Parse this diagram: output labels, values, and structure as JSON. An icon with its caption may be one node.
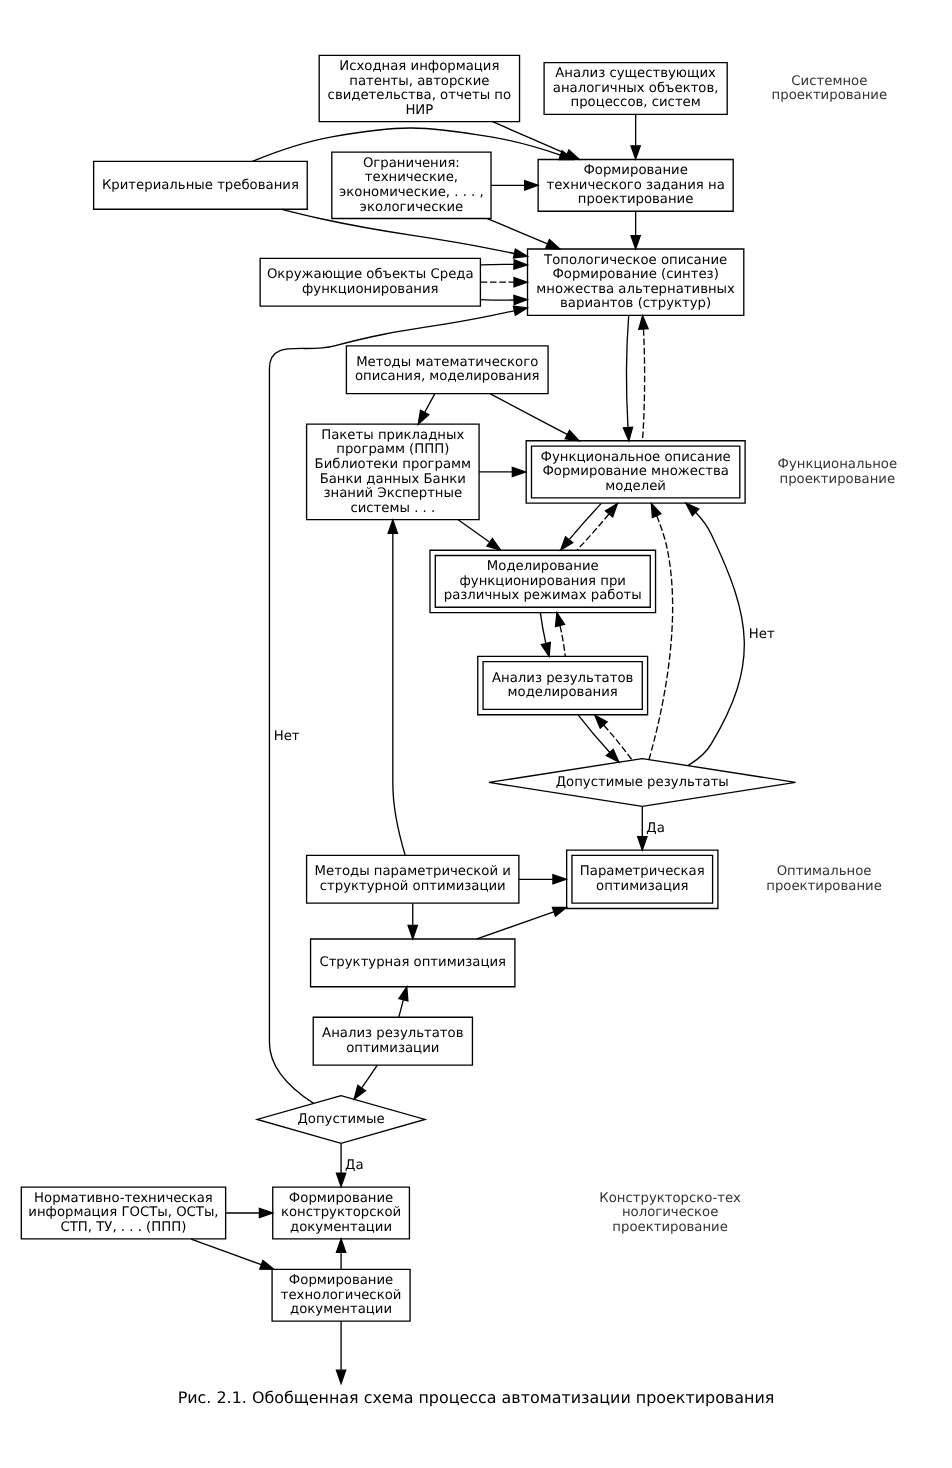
{
  "diagram": {
    "caption": "Рис. 2.1. Обобщенная схема процесса автоматизации проектирования",
    "nodes": [
      {
        "text": [
          "Исходная информация патенты, авторские свидетельства, отчеты по НИР"
        ]
      },
      {
        "text": [
          "Анализ существующих аналогичных объектов, процессов, систем"
        ]
      },
      {
        "text": [
          "Формирование технического задания на проектирование"
        ]
      },
      {
        "text": [
          "Критериальные требования"
        ]
      },
      {
        "text": [
          "Ограничения: технические, экономические, . . . , экологические"
        ]
      },
      {
        "text": [
          "Топологическое описание Формирование (синтез) множества альтернативных вариантов (структур)"
        ]
      },
      {
        "text": [
          "Окружающие объекты Среда функционирования"
        ]
      },
      {
        "text": [
          "Методы математического описания, моделирования"
        ]
      },
      {
        "text": [
          "Функциональное описание Формирование множества моделей"
        ]
      },
      {
        "text": [
          "Пакеты прикладных программ (ППП) Библиотеки программ Банки данных Банки знаний Экспертные системы . . ."
        ]
      },
      {
        "text": [
          "Моделирование функционирования при различных режимах работы"
        ]
      },
      {
        "text": [
          "Анализ результатов моделирования"
        ]
      },
      {
        "text": [
          "Допустимые результаты"
        ]
      },
      {
        "text": [
          "Методы параметрической и структурной оптимизации"
        ]
      },
      {
        "text": [
          "Параметрическая оптимизация"
        ]
      },
      {
        "text": [
          "Структурная оптимизация"
        ]
      },
      {
        "text": [
          "Анализ результатов оптимизации"
        ]
      },
      {
        "text": [
          "Допустимые"
        ]
      },
      {
        "text": [
          "Нормативно-техническая информация ГОСТы, ОСТы, СТП, ТУ, . . . (ППП)"
        ]
      },
      {
        "text": [
          "Формирование конструкторской документации"
        ]
      },
      {
        "text": [
          "Формирование технологической документации"
        ]
      }
    ],
    "edges": [
      {
        "from": 1,
        "to": 2,
        "arrow": "to"
      },
      {
        "from": 0,
        "to": 2,
        "arrow": "to"
      },
      {
        "from": 4,
        "to": 2,
        "arrow": "to"
      },
      {
        "from": 3,
        "to": 2,
        "arrow": "to"
      },
      {
        "from": 2,
        "to": 5,
        "arrow": "to"
      },
      {
        "from": 4,
        "to": 5,
        "arrow": "to"
      },
      {
        "from": 3,
        "to": 5,
        "arrow": "to"
      },
      {
        "from": 6,
        "to": 5,
        "arrow": "to"
      },
      {
        "from": 6,
        "to": 5,
        "arrow": "to",
        "style": "dashed"
      },
      {
        "from": 6,
        "to": 5,
        "arrow": "to"
      },
      {
        "from": 17,
        "to": 5,
        "label": "Нет",
        "arrow": "to"
      },
      {
        "from": 7,
        "to": 8,
        "arrow": "to"
      },
      {
        "from": 7,
        "to": 9,
        "arrow": "to"
      },
      {
        "from": 13,
        "to": 9,
        "arrow": "to"
      },
      {
        "from": 5,
        "to": 8,
        "arrow": "to"
      },
      {
        "from": 8,
        "to": 5,
        "arrow": "to",
        "style": "dashed"
      },
      {
        "from": 9,
        "to": 8,
        "arrow": "to"
      },
      {
        "from": 9,
        "to": 10,
        "arrow": "to"
      },
      {
        "from": 8,
        "to": 10,
        "arrow": "to"
      },
      {
        "from": 10,
        "to": 8,
        "arrow": "to",
        "style": "dashed"
      },
      {
        "from": 10,
        "to": 11,
        "arrow": "to"
      },
      {
        "from": 11,
        "to": 10,
        "arrow": "to",
        "style": "dashed"
      },
      {
        "from": 11,
        "to": 12,
        "arrow": "to"
      },
      {
        "from": 12,
        "to": 11,
        "arrow": "to",
        "style": "dashed"
      },
      {
        "from": 12,
        "to": 8,
        "label": "Нет",
        "arrow": "to"
      },
      {
        "from": 12,
        "to": 8,
        "arrow": "to",
        "style": "dashed"
      },
      {
        "from": 12,
        "to": 14,
        "label": "Да",
        "arrow": "to"
      },
      {
        "from": 13,
        "to": 14,
        "arrow": "to"
      },
      {
        "from": 13,
        "to": 15,
        "arrow": "to"
      },
      {
        "from": 15,
        "to": 14,
        "arrow": "to"
      },
      {
        "from": 16,
        "to": 15,
        "arrow": "to"
      },
      {
        "from": 16,
        "to": 17,
        "arrow": "to"
      },
      {
        "from": 17,
        "to": 19,
        "label": "Да",
        "arrow": "to"
      },
      {
        "from": 18,
        "to": 19,
        "arrow": "to"
      },
      {
        "from": 18,
        "to": 20,
        "arrow": "to"
      },
      {
        "from": 20,
        "to": 19,
        "arrow": "to"
      },
      {
        "from": 20,
        "to": null,
        "arrow": "to"
      }
    ],
    "labels": [
      "Системное проектирование",
      "Функциональное проектирование",
      "Оптимальное проектирование",
      "Конструкторско-технологическое проектирование"
    ]
  }
}
